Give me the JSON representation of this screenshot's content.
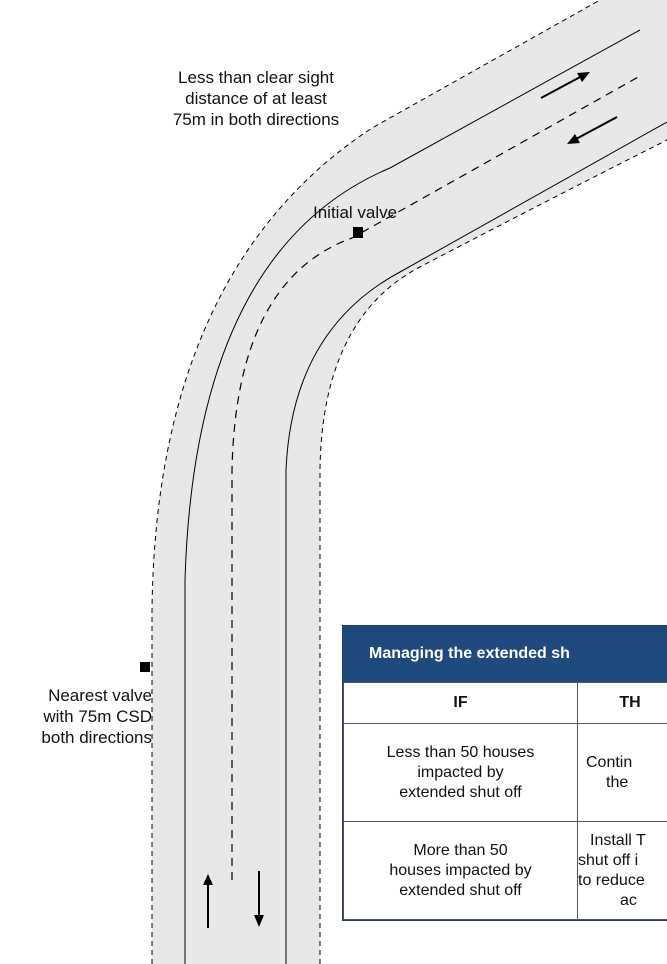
{
  "labels": {
    "sight_distance": [
      "Less than clear sight",
      "distance of at least",
      "75m in both directions"
    ],
    "initial_valve": "Initial valve",
    "nearest_valve": [
      "Nearest valve",
      "with 75m CSD",
      "both directions"
    ]
  },
  "table": {
    "title": "Managing the extended sh",
    "headers": {
      "if": "IF",
      "then": "TH"
    },
    "rows": [
      {
        "if": [
          "Less than 50 houses",
          "impacted by",
          "extended shut off"
        ],
        "then": [
          "Contin",
          "the"
        ]
      },
      {
        "if": [
          "More than 50",
          "houses impacted by",
          "extended shut off"
        ],
        "then": [
          "Install T",
          "shut off i",
          "to reduce",
          "ac"
        ]
      }
    ]
  },
  "colors": {
    "road_fill": "#e8e8e8",
    "road_edge": "#000000",
    "table_header_bg": "#1f4a7d",
    "table_header_text": "#ffffff"
  }
}
